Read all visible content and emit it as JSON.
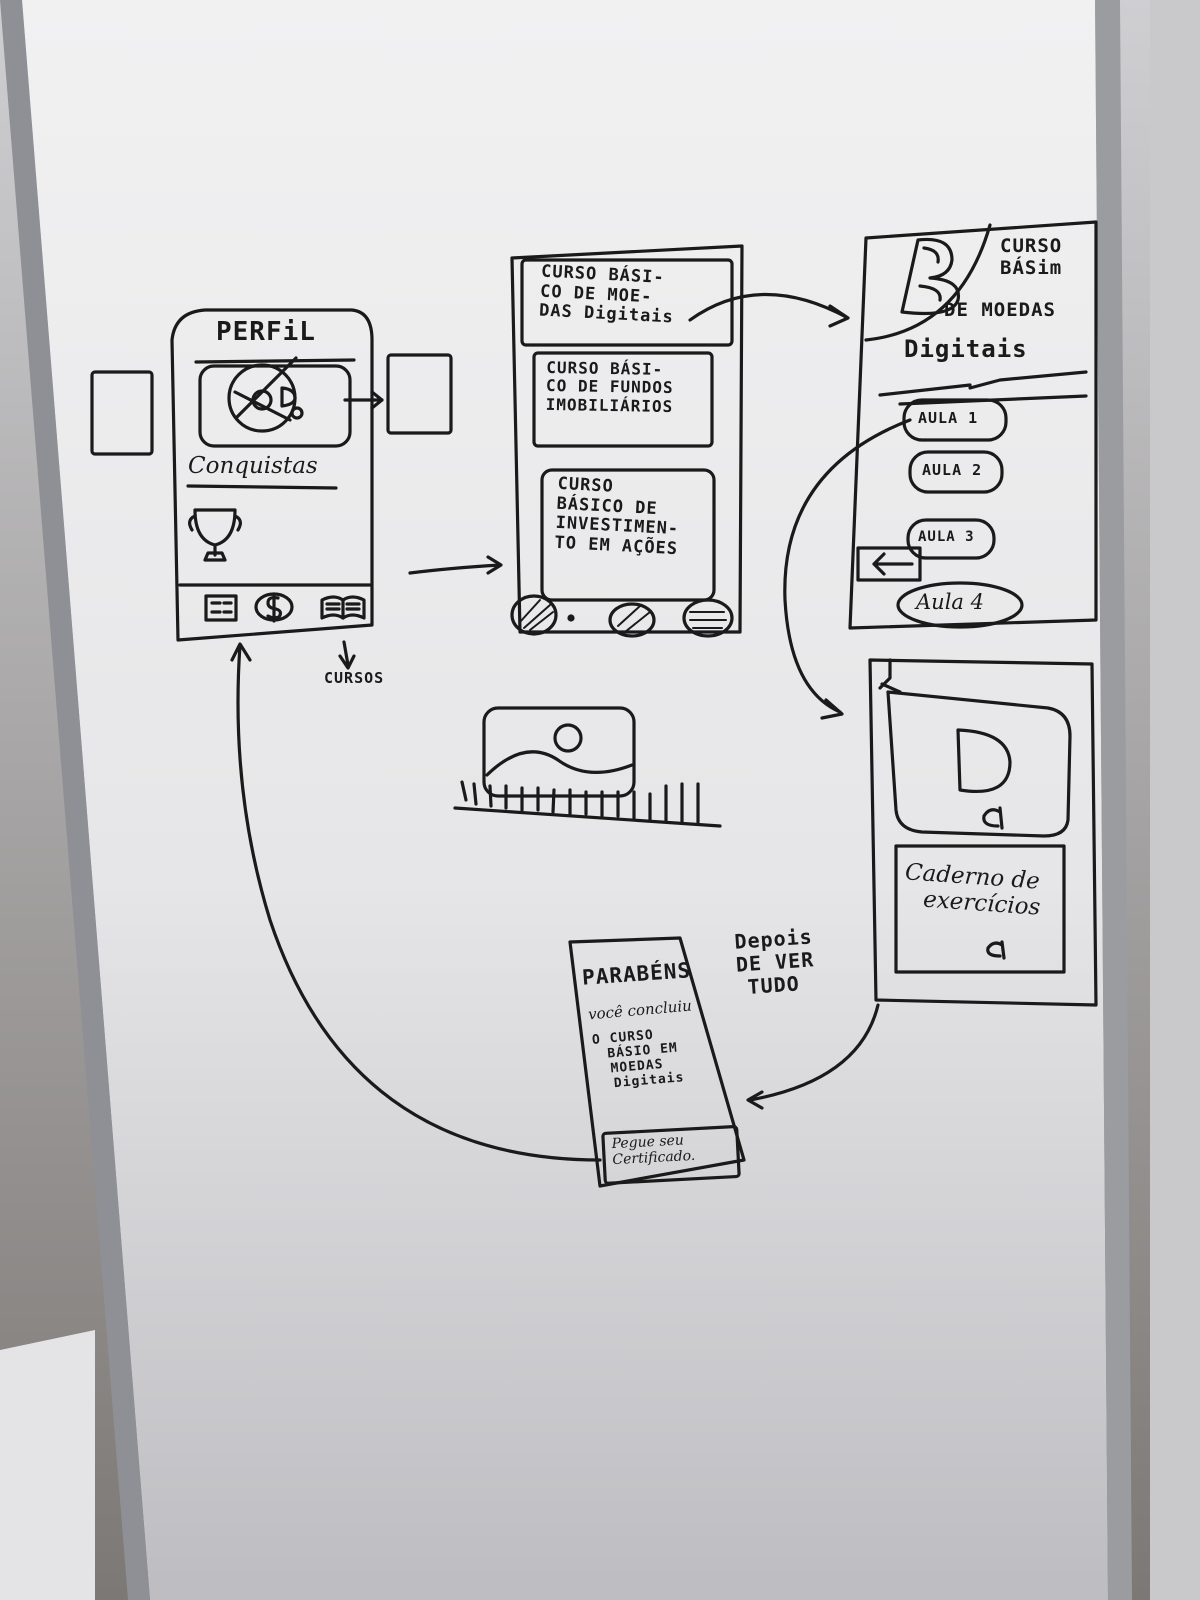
{
  "colors": {
    "board": "#eeeeef",
    "ink": "#1b1a1a",
    "frame": "#9a9ca0",
    "wall": "#8a8684"
  },
  "perfil": {
    "title": "PERFiL",
    "conquistas": "Conquistas",
    "cursos_label": "CURSOS",
    "icons": [
      "profile-avatar-icon",
      "trophy-icon",
      "list-icon",
      "coin-icon",
      "book-icon"
    ]
  },
  "course_list": {
    "items": [
      {
        "lines": [
          "CURSO BÁSI-",
          "CO DE MOE-",
          "DAS Digitais"
        ]
      },
      {
        "lines": [
          "CURSO BÁSI-",
          "CO DE FUNDOS",
          "IMOBILIÁRIOS"
        ]
      },
      {
        "lines": [
          "CURSO",
          "BÁSICO DE",
          "INVESTIMEN-",
          "TO EM AÇÕES"
        ]
      }
    ]
  },
  "course_detail": {
    "title_lines": [
      "CURSO",
      "BÁSim",
      "DE MOEDAS",
      "Digitais"
    ],
    "lessons": [
      "AULA 1",
      "AULA 2",
      "AULA 3",
      "Aula 4"
    ]
  },
  "lesson_view": {
    "notebook_lines": [
      "Caderno de",
      "exercícios"
    ]
  },
  "completion": {
    "side_note_lines": [
      "Depois",
      "DE VER",
      "TUDO"
    ],
    "message_lines": [
      "PARABÉNS",
      "você concluiu",
      "O CURSO",
      "BÁSIO EM",
      "MOEDAS",
      "Digitais"
    ],
    "button_lines": [
      "Pegue seu",
      "Certificado."
    ]
  }
}
